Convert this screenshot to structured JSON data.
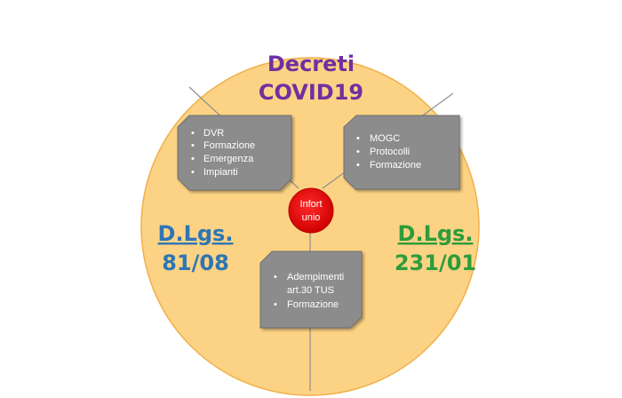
{
  "title": {
    "line1": "Decreti",
    "line2": "COVID19"
  },
  "left_label": {
    "line1": "D.Lgs.",
    "line2": "81/08"
  },
  "right_label": {
    "line1": "D.Lgs.",
    "line2": "231/01"
  },
  "center": {
    "line1": "Infort",
    "line2": "unio"
  },
  "boxes": {
    "top_left": [
      "DVR",
      "Formazione",
      "Emergenza",
      "Impianti"
    ],
    "top_right": [
      "MOGC",
      "Protocolli",
      "Formazione"
    ],
    "bottom": [
      "Adempimenti",
      "art.30 TUS",
      "Formazione"
    ]
  },
  "bullet": "•",
  "colors": {
    "circle_fill": "#fcd384",
    "circle_stroke": "#f0b04a",
    "box_fill": "#8c8c8c",
    "center_fill": "#e00000",
    "title": "#7030a0",
    "left_label": "#2e75b6",
    "right_label": "#2e9c3a"
  }
}
